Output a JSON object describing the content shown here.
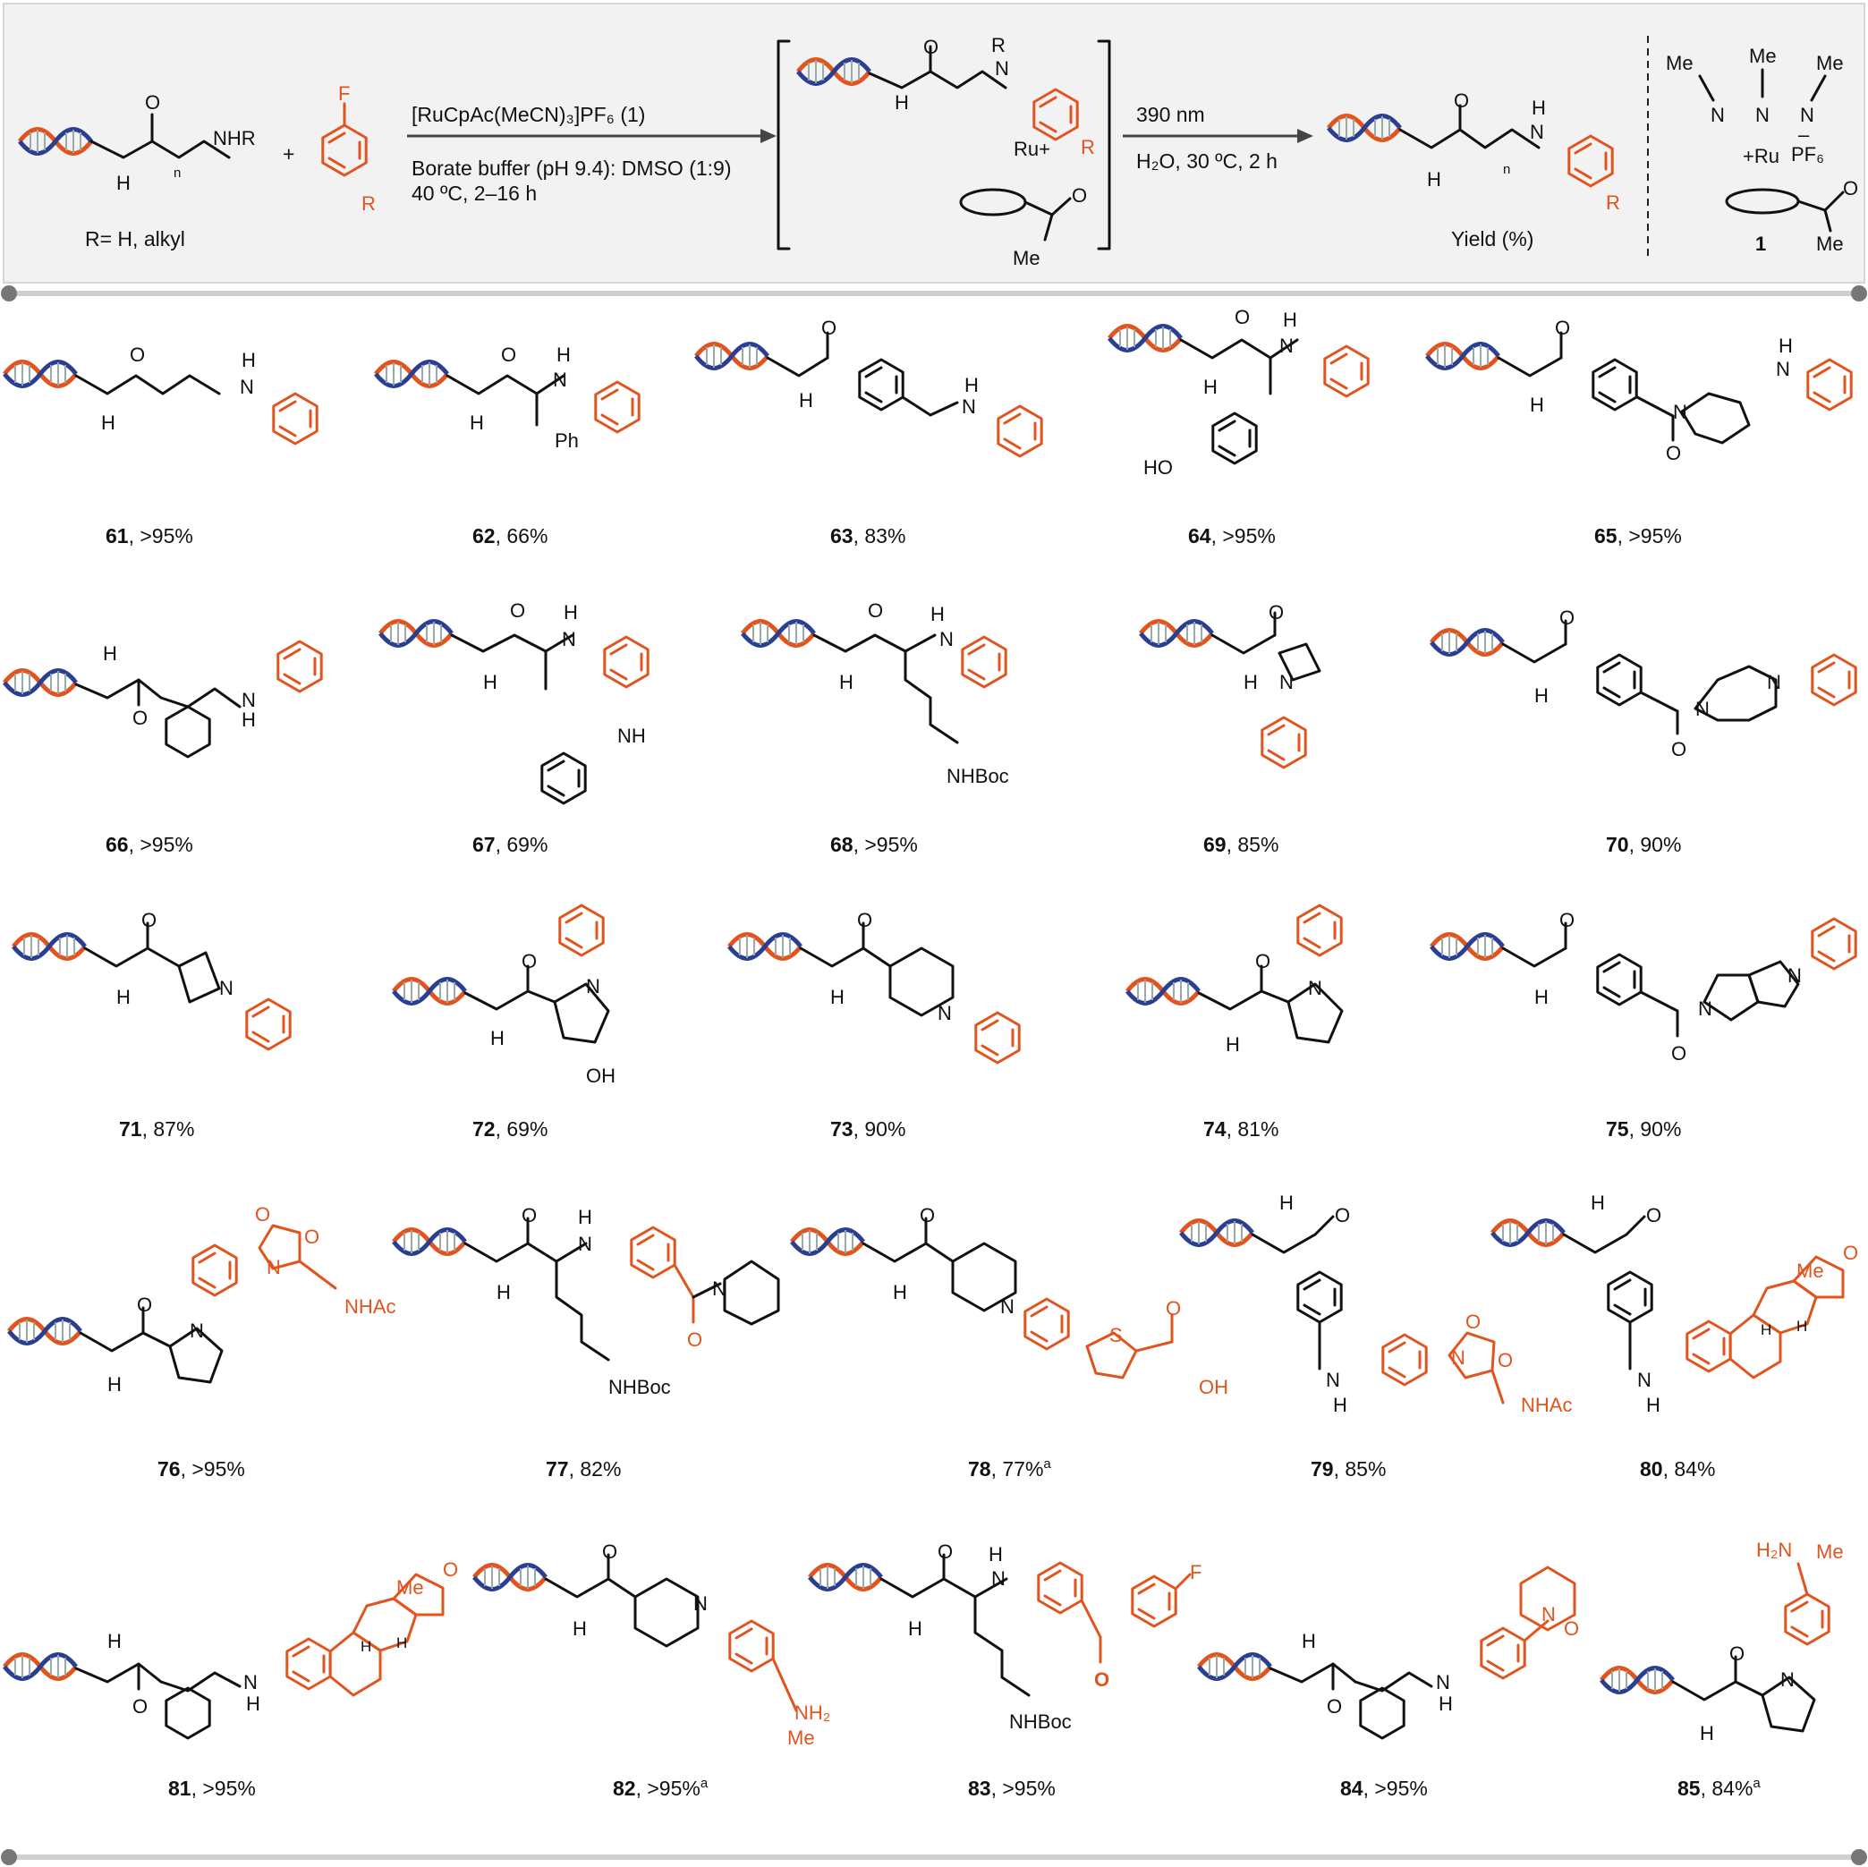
{
  "colors": {
    "accent_orange": "#e1541e",
    "dna_blue": "#2a3f8f",
    "header_bg": "#f2f2f2",
    "divider": "#cfcfcf"
  },
  "scheme": {
    "reactant_label": "NHR",
    "reactant_subscript": "n",
    "r_definition": "R= H, alkyl",
    "arene_fluoro": "F",
    "arene_r": "R",
    "plus": "+",
    "conditions_1_line1": "[RuCpAc(MeCN)₃]PF₆ (1)",
    "conditions_1_line2": "Borate buffer (pH 9.4): DMSO (1:9)",
    "conditions_1_line3": "40 ºC, 2–16 h",
    "intermediate_r": "R",
    "intermediate_ru": "Ru+",
    "intermediate_me": "Me",
    "conditions_2_line1": "390 nm",
    "conditions_2_line2": "H₂O, 30 ºC, 2 h",
    "product_yield_label": "Yield (%)",
    "catalyst_me": "Me",
    "catalyst_ru": "+Ru",
    "catalyst_pf6": "PF₆",
    "catalyst_minus": "–",
    "catalyst_number": "1"
  },
  "compounds": [
    {
      "id": "61",
      "yield": ", >95%",
      "note": ""
    },
    {
      "id": "62",
      "yield": ", 66%",
      "note": ""
    },
    {
      "id": "63",
      "yield": ", 83%",
      "note": ""
    },
    {
      "id": "64",
      "yield": ", >95%",
      "note": ""
    },
    {
      "id": "65",
      "yield": ", >95%",
      "note": ""
    },
    {
      "id": "66",
      "yield": ", >95%",
      "note": ""
    },
    {
      "id": "67",
      "yield": ", 69%",
      "note": ""
    },
    {
      "id": "68",
      "yield": ", >95%",
      "note": ""
    },
    {
      "id": "69",
      "yield": ", 85%",
      "note": ""
    },
    {
      "id": "70",
      "yield": ", 90%",
      "note": ""
    },
    {
      "id": "71",
      "yield": ", 87%",
      "note": ""
    },
    {
      "id": "72",
      "yield": ", 69%",
      "note": ""
    },
    {
      "id": "73",
      "yield": ", 90%",
      "note": ""
    },
    {
      "id": "74",
      "yield": ", 81%",
      "note": ""
    },
    {
      "id": "75",
      "yield": ", 90%",
      "note": ""
    },
    {
      "id": "76",
      "yield": ", >95%",
      "note": ""
    },
    {
      "id": "77",
      "yield": ", 82%",
      "note": ""
    },
    {
      "id": "78",
      "yield": ", 77%",
      "note": "a"
    },
    {
      "id": "79",
      "yield": ", 85%",
      "note": ""
    },
    {
      "id": "80",
      "yield": ", 84%",
      "note": ""
    },
    {
      "id": "81",
      "yield": ", >95%",
      "note": ""
    },
    {
      "id": "82",
      "yield": ", >95%",
      "note": "a"
    },
    {
      "id": "83",
      "yield": ", >95%",
      "note": ""
    },
    {
      "id": "84",
      "yield": ", >95%",
      "note": ""
    },
    {
      "id": "85",
      "yield": ", 84%",
      "note": "a"
    }
  ],
  "atom_labels": {
    "n": "N",
    "h": "H",
    "o": "O",
    "nh": "NH",
    "ph": "Ph",
    "ho": "HO",
    "oh": "OH",
    "nhboc": "NHBoc",
    "nhac": "NHAc",
    "s": "S",
    "me": "Me",
    "nh2": "NH₂",
    "h2n": "H₂N",
    "f": "F"
  }
}
